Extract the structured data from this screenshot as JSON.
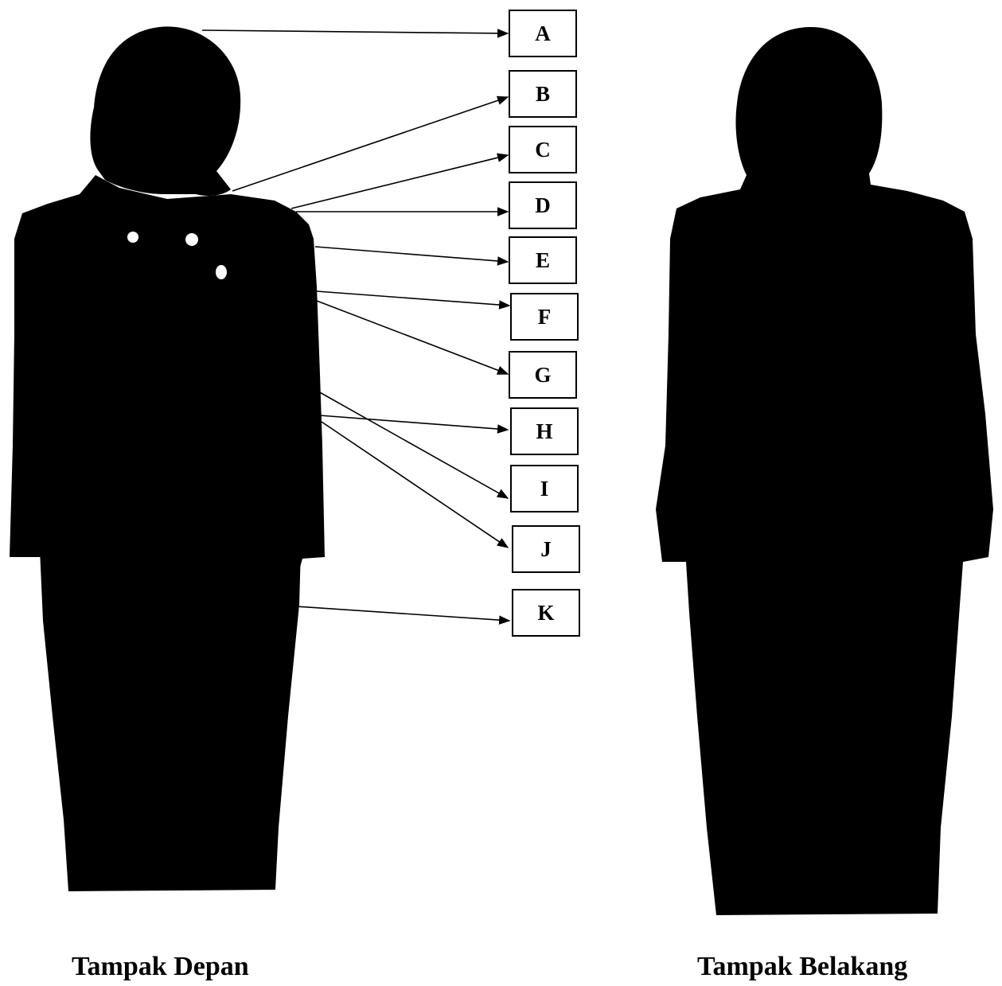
{
  "labels": [
    "A",
    "B",
    "C",
    "D",
    "E",
    "F",
    "G",
    "H",
    "I",
    "J",
    "K"
  ],
  "captions": {
    "front": "Tampak Depan",
    "back": "Tampak Belakang"
  },
  "colors": {
    "silhouette": "#000000",
    "background": "#ffffff",
    "line": "#000000"
  }
}
